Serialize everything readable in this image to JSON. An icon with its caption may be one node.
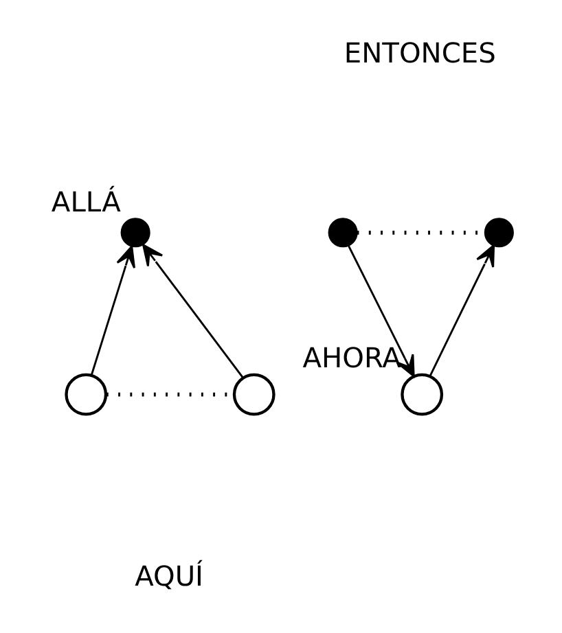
{
  "diagram": {
    "nodes": [
      {
        "text": [],
        "shape": "dot",
        "beside": [
          "ALLÁ"
        ]
      },
      {
        "text": [],
        "shape": "circle"
      },
      {
        "text": [],
        "shape": "circle"
      },
      {
        "text": [],
        "shape": "dot"
      },
      {
        "text": [],
        "shape": "dot"
      },
      {
        "text": [],
        "shape": "circle",
        "beside": [
          "AHORA"
        ]
      }
    ],
    "edges": [
      {
        "from": 1,
        "to": 0,
        "arrow": "to"
      },
      {
        "from": 2,
        "to": 0,
        "arrow": "to"
      },
      {
        "from": 1,
        "to": 2,
        "arrow": "none",
        "style": "dashed"
      },
      {
        "from": 3,
        "to": 5,
        "arrow": "to"
      },
      {
        "from": 5,
        "to": 4,
        "arrow": "to"
      },
      {
        "from": 3,
        "to": 4,
        "arrow": "none",
        "style": "dashed"
      }
    ],
    "labels": [
      "AQUÍ",
      "ENTONCES"
    ]
  }
}
